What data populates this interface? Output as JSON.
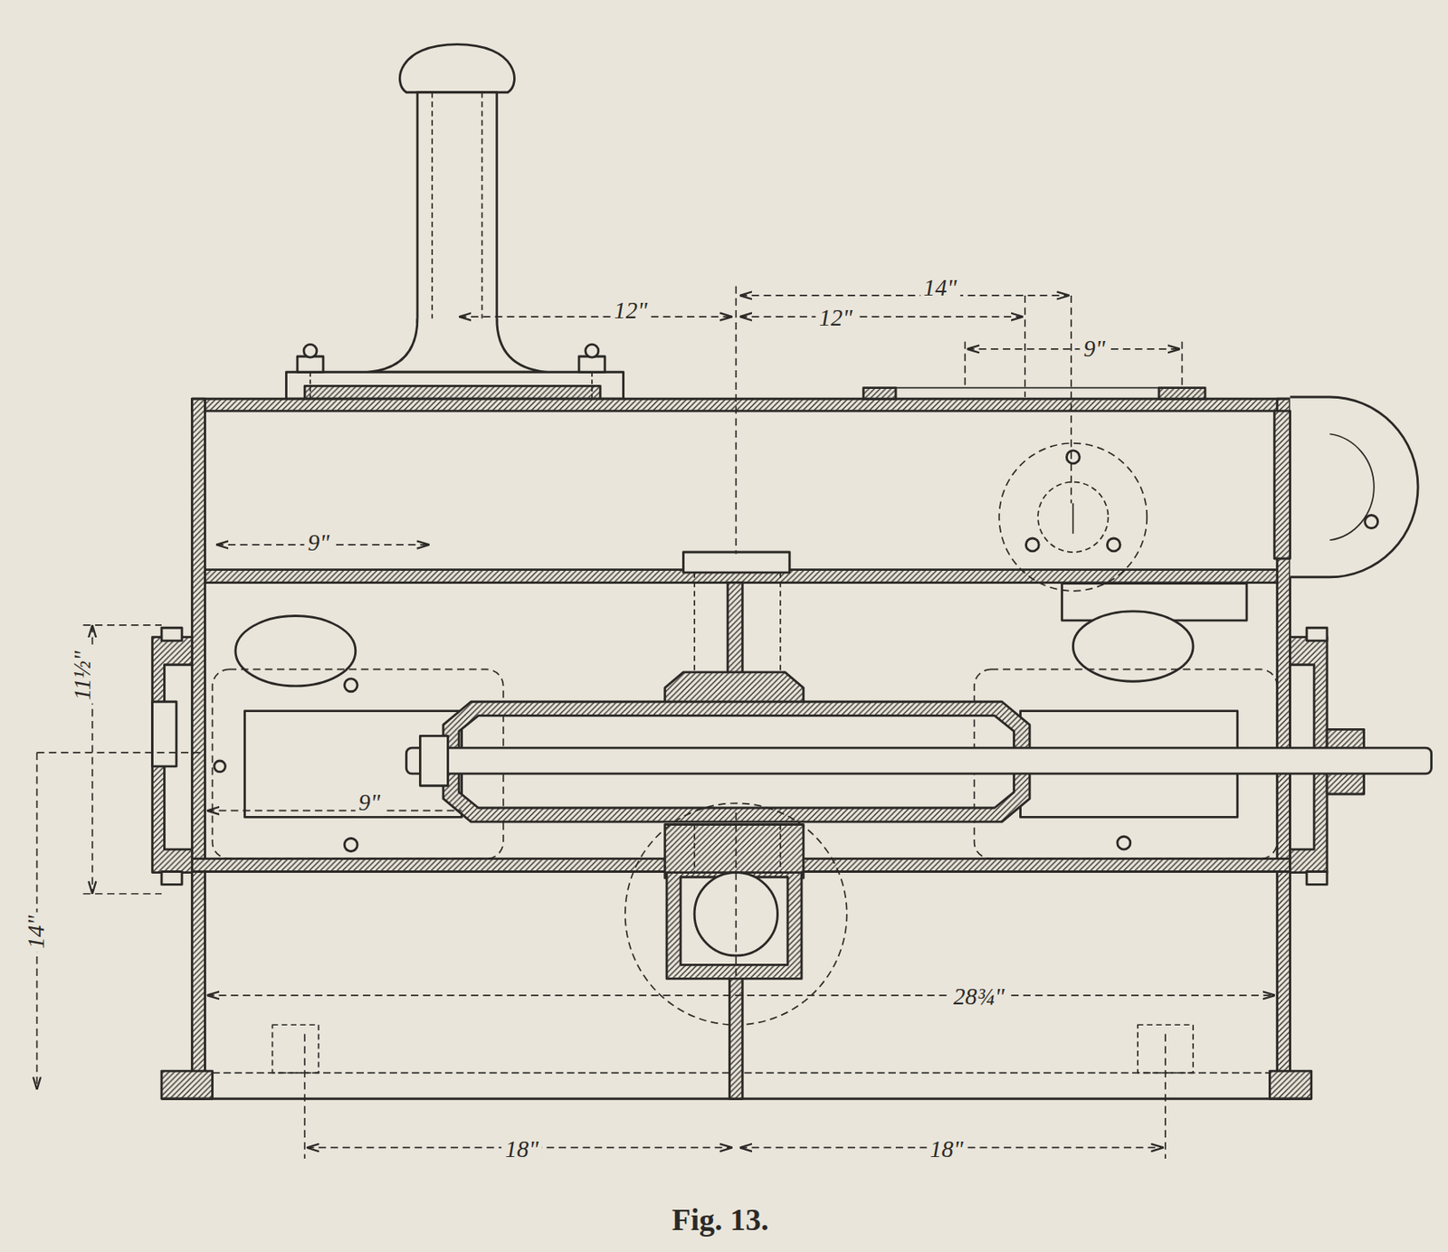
{
  "diagram": {
    "caption": "Fig. 13.",
    "labels": [
      "12\"",
      "14\"",
      "12\"",
      "9\"",
      "9\"",
      "9\"",
      "11½\"",
      "14\"",
      "28¾\"",
      "18\"",
      "18\""
    ]
  }
}
